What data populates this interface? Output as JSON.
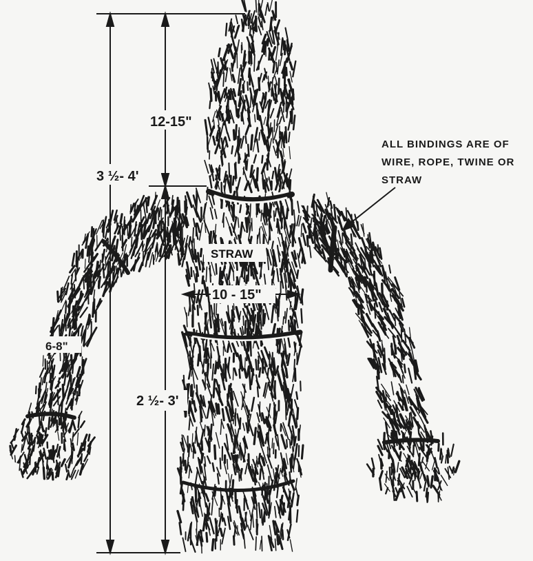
{
  "figure": {
    "dimensions": {
      "total_height": "3 ½- 4'",
      "head_height": "12-15\"",
      "body_height": "2 ½- 3'",
      "body_width": "10 - 15\"",
      "arm_width": "6-8\""
    },
    "material_label": "STRAW",
    "note_lines": [
      "ALL BINDINGS ARE OF",
      "WIRE, ROPE, TWINE OR",
      "STRAW"
    ],
    "ink_color": "#1a1a1a",
    "paper_color": "#f6f6f4"
  }
}
